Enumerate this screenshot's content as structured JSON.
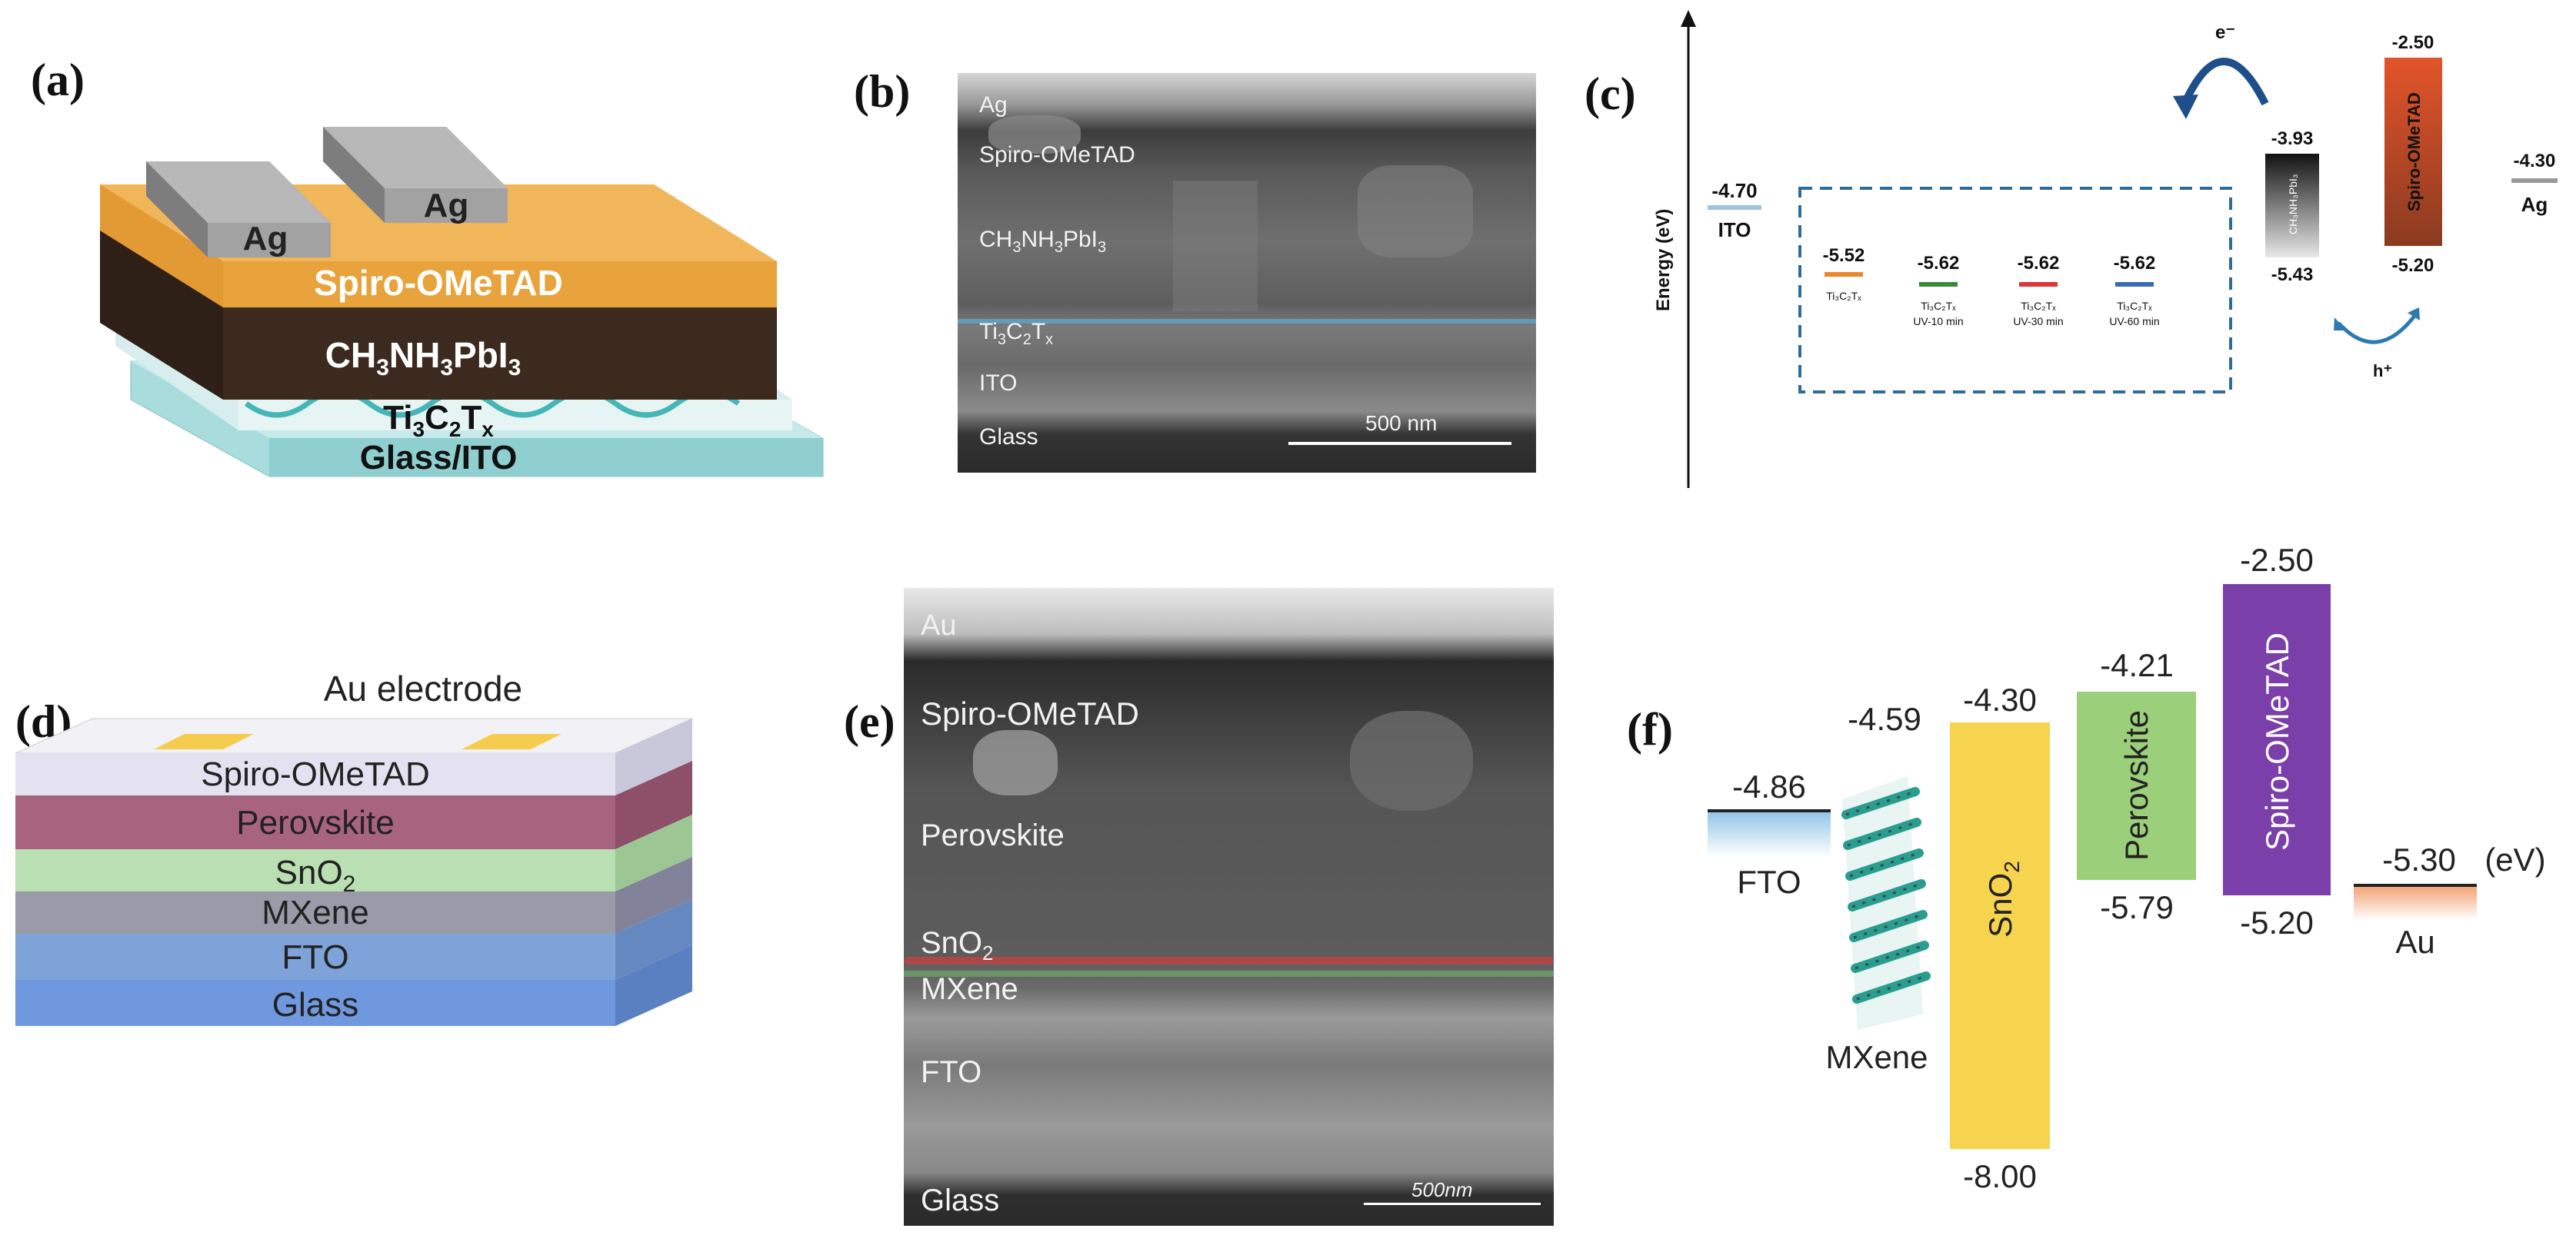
{
  "labels": {
    "a": "(a)",
    "b": "(b)",
    "c": "(c)",
    "d": "(d)",
    "e": "(e)",
    "f": "(f)"
  },
  "panel_a": {
    "ag1": "Ag",
    "ag2": "Ag",
    "htl": "Spiro-OMeTAD",
    "perov_main": "CH",
    "perov_sub1": "3",
    "perov_mid": "NH",
    "perov_sub2": "3",
    "perov_end": "PbI",
    "perov_sub3": "3",
    "mx_main": "Ti",
    "mx_sub1": "3",
    "mx_mid": "C",
    "mx_sub2": "2",
    "mx_end": "T",
    "mx_sub3": "x",
    "sub": "Glass/ITO",
    "colors": {
      "htl": "#e8a33c",
      "perov": "#3a2a1c",
      "mxene": "#9fd8d8",
      "glass": "#a9dcdc",
      "ag": "#9a9a9a"
    }
  },
  "panel_b": {
    "ag": "Ag",
    "spiro": "Spiro-OMeTAD",
    "perov_a": "CH",
    "perov_s1": "3",
    "perov_b": "NH",
    "perov_s2": "3",
    "perov_c": "PbI",
    "perov_s3": "3",
    "mx_a": "Ti",
    "mx_s1": "3",
    "mx_b": "C",
    "mx_s2": "2",
    "mx_c": "T",
    "mx_s3": "x",
    "ito": "ITO",
    "glass": "Glass",
    "scale": "500 nm"
  },
  "panel_c": {
    "yaxis": "Energy (eV)",
    "ito_val": "-4.70",
    "ito": "ITO",
    "mx_vals": [
      "-5.52",
      "-5.62",
      "-5.62",
      "-5.62"
    ],
    "mx_names": [
      "Ti₃C₂Tₓ",
      "Ti₃C₂Tₓ",
      "Ti₃C₂Tₓ",
      "Ti₃C₂Tₓ"
    ],
    "mx_sub": [
      "",
      "UV-10 min",
      "UV-30 min",
      "UV-60 min"
    ],
    "mx_colors": [
      "#e8872e",
      "#3a8a3a",
      "#d83838",
      "#3a6bb0"
    ],
    "perov_top": "-3.93",
    "perov_bot": "-5.43",
    "perov_name": "CH₃NH₃PbI₃",
    "spiro_top": "-2.50",
    "spiro_bot": "-5.20",
    "spiro_name": "Spiro-OMeTAD",
    "ag_val": "-4.30",
    "ag": "Ag",
    "electron": "e⁻",
    "hole": "h⁺"
  },
  "panel_d": {
    "electrode": "Au electrode",
    "layers": [
      "Spiro-OMeTAD",
      "Perovskite",
      "SnO",
      "MXene",
      "FTO",
      "Glass"
    ],
    "sno_sub": "2",
    "colors": [
      "#e4e2f0",
      "#a8637e",
      "#b9dfb2",
      "#9a9aa8",
      "#7ea3d8",
      "#6f98de"
    ]
  },
  "panel_e": {
    "au": "Au",
    "spiro": "Spiro-OMeTAD",
    "perov": "Perovskite",
    "sno": "SnO",
    "sno_sub": "2",
    "mx": "MXene",
    "fto": "FTO",
    "glass": "Glass",
    "scale": "500nm"
  },
  "panel_f": {
    "fto_val": "-4.86",
    "fto": "FTO",
    "mx_val": "-4.59",
    "mx": "MXene",
    "sno_top": "-4.30",
    "sno_bot": "-8.00",
    "sno": "SnO",
    "sno_sub": "2",
    "perov_top": "-4.21",
    "perov_bot": "-5.79",
    "perov": "Perovskite",
    "spiro_top": "-2.50",
    "spiro_bot": "-5.20",
    "spiro": "Spiro-OMeTAD",
    "au_val": "-5.30",
    "au_unit": "(eV)",
    "au": "Au",
    "colors": {
      "sno": "#f6d44e",
      "perov": "#9ccf7a",
      "spiro": "#7a3fa8"
    }
  }
}
